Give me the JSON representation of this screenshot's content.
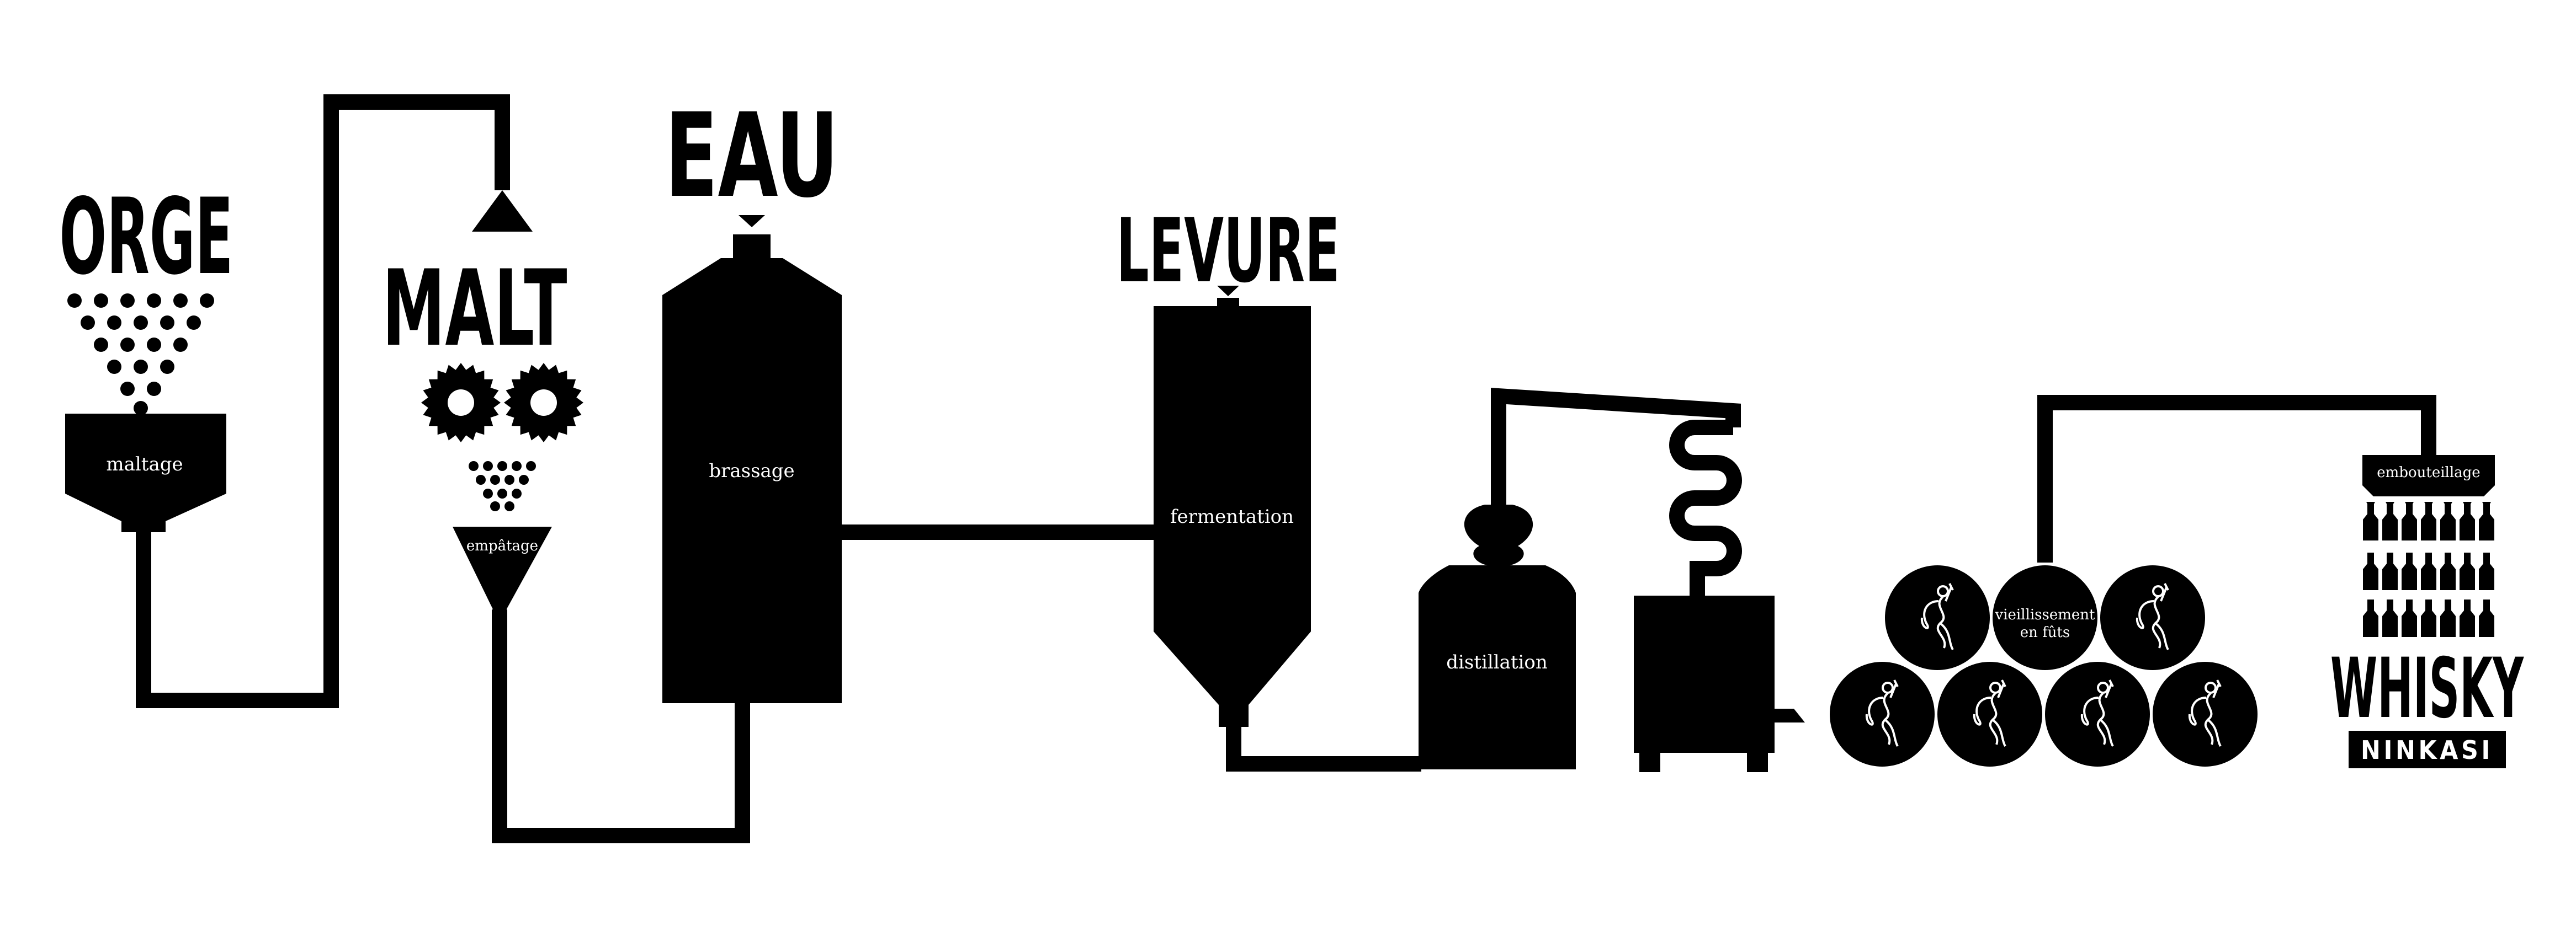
{
  "ingredients": {
    "orge": "ORGE",
    "malt": "MALT",
    "eau": "EAU",
    "levure": "LEVURE"
  },
  "steps": {
    "maltage": "maltage",
    "empatage": "empâtage",
    "brassage": "brassage",
    "fermentation": "fermentation",
    "distillation": "distillation",
    "vieillissement_line1": "vieillissement",
    "vieillissement_line2": "en fûts",
    "embouteillage": "embouteillage"
  },
  "product": {
    "name": "WHISKY",
    "brand": "NINKASI"
  },
  "colors": {
    "ink": "#000000",
    "paper": "#ffffff"
  }
}
